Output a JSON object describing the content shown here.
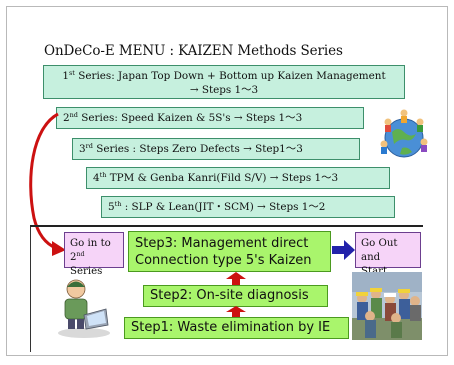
{
  "menu": {
    "title": "OnDeCo-E  MENU : KAIZEN Methods Series"
  },
  "series": [
    {
      "num": "1",
      "suffix": "st",
      "line1": " Series:  Japan Top Down + Bottom up Kaizen Management",
      "line2": "→  Steps  1～3"
    },
    {
      "num": "2",
      "suffix": "nd",
      "text": " Series:  Speed Kaizen & 5S's  →  Steps  1～3"
    },
    {
      "num": "3",
      "suffix": "rd",
      "text": " Series :  Steps  Zero Defects  →  Step1～3"
    },
    {
      "num": "4",
      "suffix": "th",
      "text": " TPM & Genba Kanri(Fild S/V)  →  Steps  1～3"
    },
    {
      "num": "5",
      "suffix": "th",
      "text": " : SLP & Lean(JIT・SCM)  →  Steps  1～2"
    }
  ],
  "flow": {
    "go_in_line1": "Go in to",
    "go_in_num": "2",
    "go_in_suffix": "nd",
    "go_in_line2_rest": " Series",
    "step3_line1": "Step3: Management direct",
    "step3_line2": "Connection  type 5's Kaizen",
    "step2": "Step2: On-site diagnosis",
    "step1": "Step1: Waste elimination by IE",
    "go_out_line1": "Go Out and",
    "go_out_line2": "Start Kaizen"
  },
  "colors": {
    "series_fill": "#c6f0de",
    "series_border": "#3d8f6b",
    "step_fill": "#a9f56c",
    "purple_fill": "#f6d4f8",
    "arrow_red": "#cc1111",
    "arrow_blue": "#2222aa"
  },
  "icons": [
    "globe-with-people-icon",
    "person-at-laptop-icon",
    "workers-crowd-photo",
    "curved-red-arrow-icon",
    "blue-right-arrow-icon",
    "red-up-arrow-icon"
  ]
}
